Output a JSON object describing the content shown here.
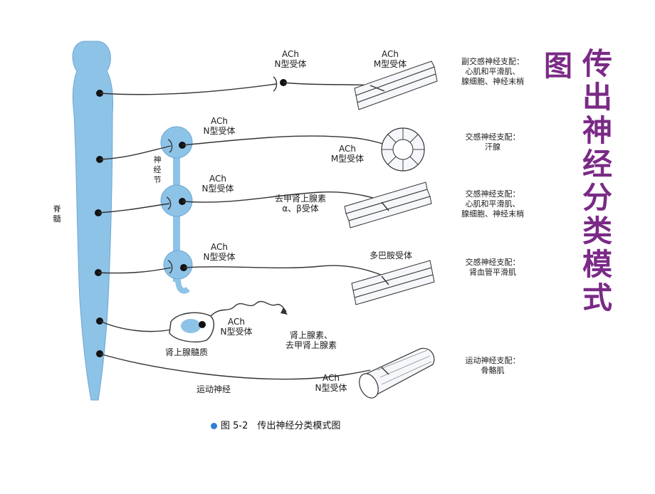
{
  "side_title": {
    "line1": "传出神经分类模式",
    "line2": "图"
  },
  "figure": {
    "caption": "图 5-2　传出神经分类模式图",
    "spinal_cord_label": "脊髓",
    "ganglion_label": "神经节",
    "adrenal_medulla_label": "肾上腺髓质",
    "motor_nerve_label": "运动神经",
    "receptor_labels": {
      "r1_pre": [
        "ACh",
        "N型受体"
      ],
      "r1_post": [
        "ACh",
        "M型受体"
      ],
      "r2_pre": [
        "ACh",
        "N型受体"
      ],
      "r2_post": [
        "ACh",
        "M型受体"
      ],
      "r3_pre": [
        "ACh",
        "N型受体"
      ],
      "r3_post": [
        "去甲肾上腺素",
        "α、β受体"
      ],
      "r4_pre": [
        "ACh",
        "N型受体"
      ],
      "r4_post": "多巴胺受体",
      "r5_pre": [
        "ACh",
        "N型受体"
      ],
      "r5_post": [
        "肾上腺素、",
        "去甲肾上腺素"
      ],
      "r6_motor": [
        "ACh",
        "N型受体"
      ]
    },
    "innervation_labels": [
      [
        "副交感神经支配：",
        "心肌和平滑肌、",
        "腺细胞、神经末梢"
      ],
      [
        "交感神经支配：",
        "汗腺"
      ],
      [
        "交感神经支配：",
        "心肌和平滑肌、",
        "腺细胞、神经末梢"
      ],
      [
        "交感神经支配：",
        "肾血管平滑肌"
      ],
      [
        "运动神经支配：",
        "骨骼肌"
      ]
    ]
  },
  "colors": {
    "spinal_cord": "#8ec3e8",
    "nerve_line": "#333333",
    "title_purple": "#7a2a86",
    "caption_dot": "#2f7ed8"
  }
}
